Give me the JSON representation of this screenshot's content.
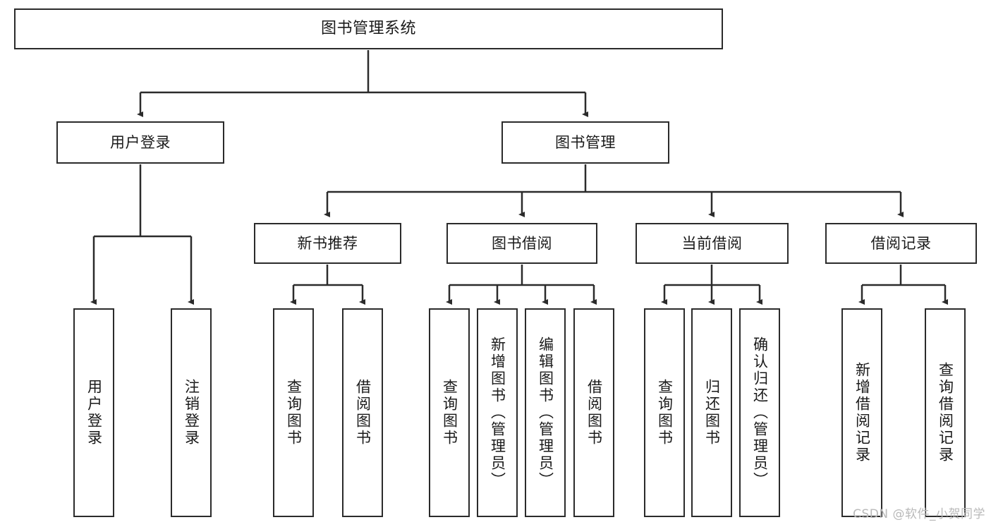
{
  "diagram": {
    "title": "图书管理系统",
    "watermark": "CSDN @软件_小贺同学",
    "colors": {
      "box_border": "#2b2b2b",
      "edge": "#2b2b2b",
      "background": "#ffffff",
      "watermark": "#b9b9b9"
    },
    "nodes": {
      "root": {
        "label": "图书管理系统"
      },
      "level2": [
        {
          "label": "用户登录"
        },
        {
          "label": "图书管理"
        }
      ],
      "level3": [
        {
          "label": "新书推荐"
        },
        {
          "label": "图书借阅"
        },
        {
          "label": "当前借阅"
        },
        {
          "label": "借阅记录"
        }
      ],
      "leaves": {
        "user_login": [
          {
            "label": "用户登录"
          },
          {
            "label": "注销登录"
          }
        ],
        "new_books": [
          {
            "label": "查询图书"
          },
          {
            "label": "借阅图书"
          }
        ],
        "book_borrow": [
          {
            "label": "查询图书"
          },
          {
            "label": "新增图书（管理员）"
          },
          {
            "label": "编辑图书（管理员）"
          },
          {
            "label": "借阅图书"
          }
        ],
        "current_borrow": [
          {
            "label": "查询图书"
          },
          {
            "label": "归还图书"
          },
          {
            "label": "确认归还（管理员）"
          }
        ],
        "borrow_records": [
          {
            "label": "新增借阅记录"
          },
          {
            "label": "查询借阅记录"
          }
        ]
      }
    }
  }
}
